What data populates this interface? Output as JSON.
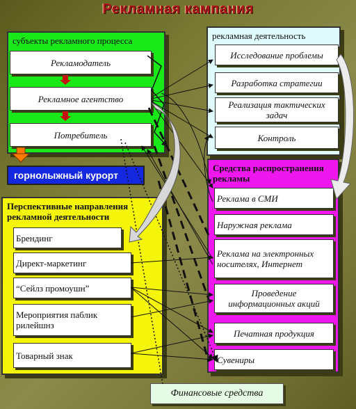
{
  "title": "Рекламная кампания",
  "subjects": {
    "heading": "субъекты рекламного процесса",
    "items": [
      "Рекламодатель",
      "Рекламное агентство",
      "Потребитель"
    ]
  },
  "activity": {
    "heading": "рекламная деятельность",
    "items": [
      "Исследование проблемы",
      "Разработка стратегии",
      "Реализация тактических задач",
      "Контроль"
    ]
  },
  "resort": "горнолыжный курорт",
  "media": {
    "heading": "Средства распространения рекламы",
    "items": [
      "Реклама в СМИ",
      "Наружная реклама",
      "Реклама на электронных носителях, Интернет",
      "Проведение информационных акций",
      "Печатная продукция",
      "Сувениры"
    ]
  },
  "directions": {
    "heading": "Перспективные направления рекламной деятельности",
    "items": [
      "Брендинг",
      "Директ-маркетинг",
      "“Сейлз промоушн”",
      "Мероприятия паблик рилейшнз",
      "Товарный знак"
    ]
  },
  "finance": "Финансовые средства",
  "colors": {
    "title": "#b01818",
    "subjects_panel": "#19e819",
    "activity_panel": "#dffbfb",
    "media_panel": "#ee18ee",
    "directions_panel": "#f5f50a",
    "resort_box": "#1428e0"
  }
}
